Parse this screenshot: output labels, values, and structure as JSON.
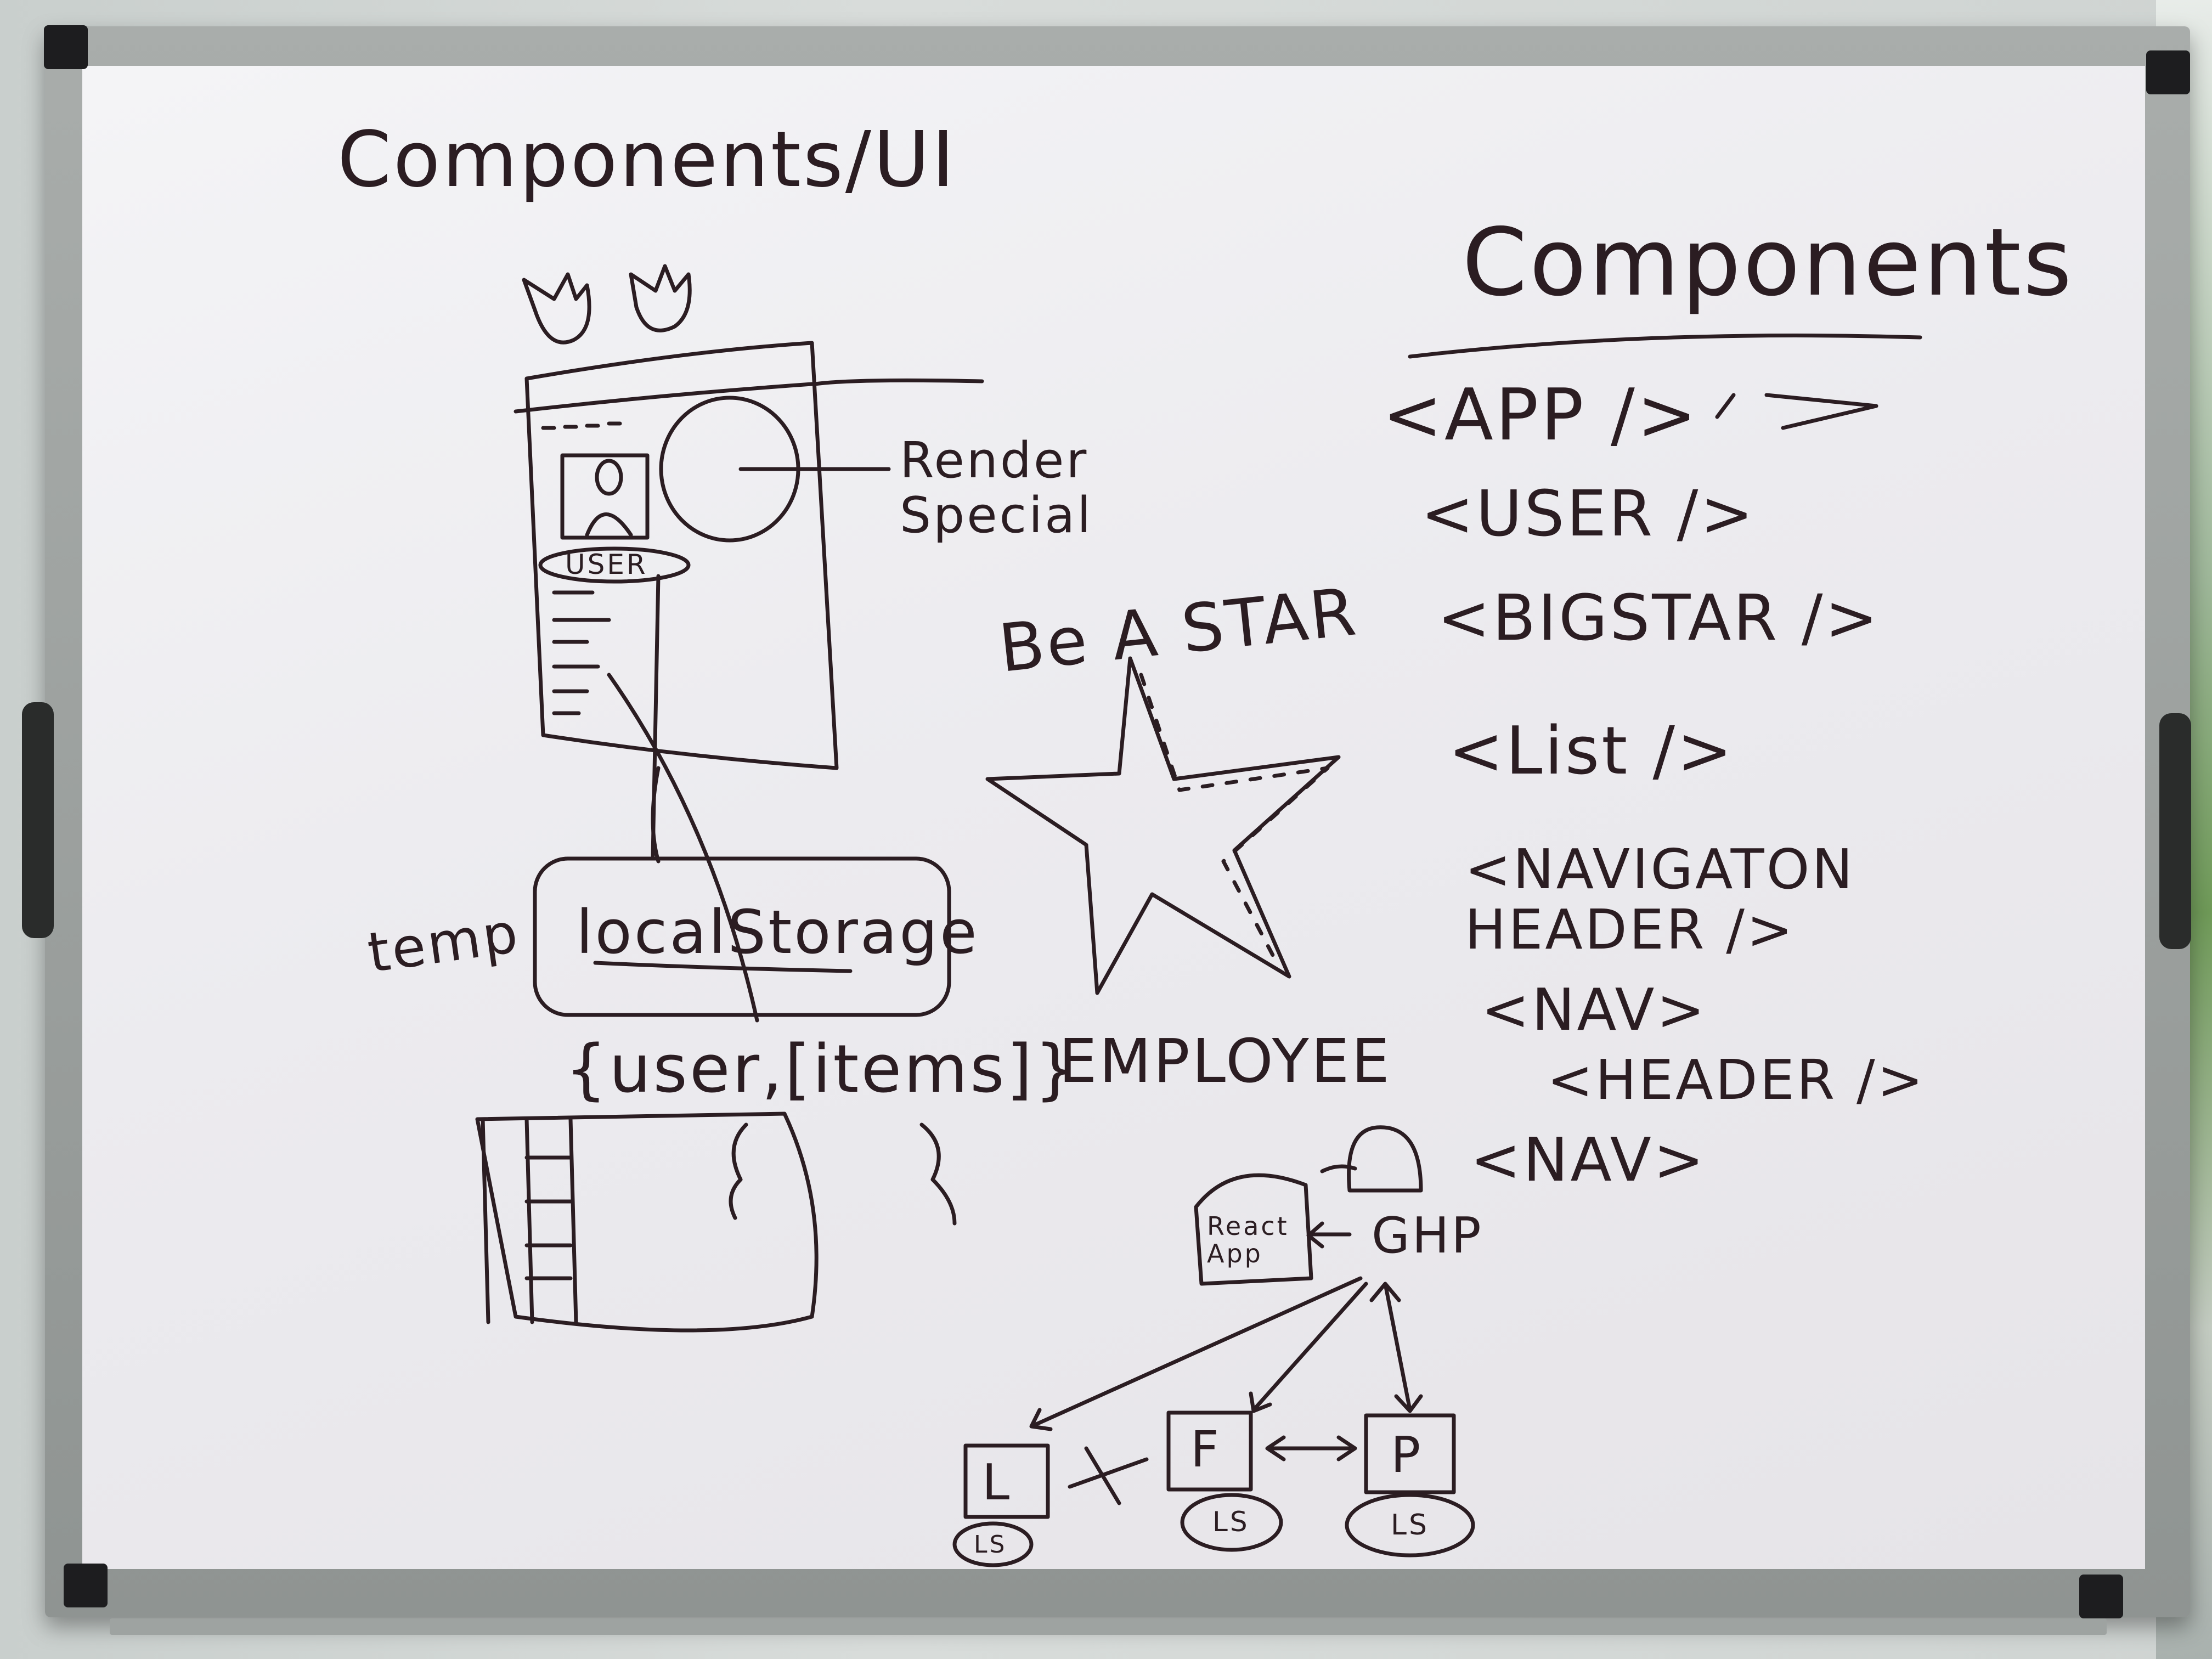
{
  "board": {
    "title_left": "Components/UI",
    "title_right": "Components",
    "annotations": {
      "render_special": "Render Special",
      "user": "USER",
      "local_storage": "localStorage",
      "temp": "temp",
      "json_object": "{user,[items]}",
      "be_a_star": "Be A STAR",
      "employee": "EMPLOYEE",
      "react_app": "React App",
      "ghp": "GHP",
      "node_l": "L",
      "node_f": "F",
      "node_p": "P",
      "ls_label_1": "LS",
      "ls_label_2": "LS",
      "ls_label_3": "LS"
    },
    "component_list": [
      "<APP />",
      "<USER />",
      "<BIGSTAR />",
      "<List />",
      "<NAVIGATON HEADER />",
      "<NAV>",
      "<HEADER />",
      "<NAV>"
    ]
  },
  "colors": {
    "ink": "#2b1d22",
    "board": "#eceaee",
    "frame": "#9a9f9d"
  }
}
